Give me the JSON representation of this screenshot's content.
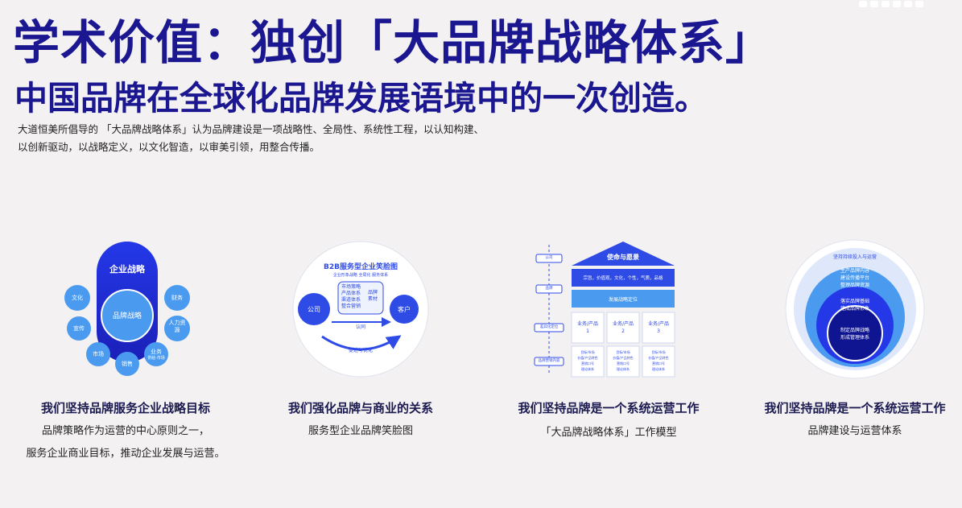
{
  "header": {
    "title": "学术价值：独创「大品牌战略体系」",
    "subtitle": "中国品牌在全球化品牌发展语境中的一次创造。",
    "intro_lines": [
      "大道恒美所倡导的 「大品牌战略体系」认为品牌建设是一项战略性、全局性、系统性工程，以认知构建、",
      "以创新驱动，以战略定义，以文化智造，以审美引领，用整合传播。"
    ]
  },
  "sections": [
    {
      "title": "我们坚持品牌服务企业战略目标",
      "sub_lines": [
        "品牌策略作为运营的中心原则之一，",
        "服务企业商业目标，推动企业发展与运营。"
      ],
      "diagram": {
        "top": "企业战略",
        "center": "品牌战略",
        "satellites": [
          "文化",
          "财务",
          "宣传",
          "人力资源",
          "市场",
          "业务",
          "销售"
        ],
        "satellite_note": "供给·市场"
      }
    },
    {
      "title": "我们强化品牌与商业的关系",
      "sub_lines": [
        "服务型企业品牌笑脸图"
      ],
      "diagram": {
        "title": "B2B服务型企业笑脸图",
        "subtitle": "企业形象战略 全局化 服务体系",
        "left": "公司",
        "right": "客户",
        "stack": [
          "市场策略",
          "产品体系",
          "渠道体系",
          "整合营销"
        ],
        "material": "品牌素材",
        "arrow1": "认同",
        "arrow2": "促进与优化"
      }
    },
    {
      "title": "我们坚持品牌是一个系统运营工作",
      "sub_lines": [
        "「大品牌战略体系」工作模型"
      ],
      "diagram": {
        "roof": "使命与愿景",
        "row1": "宗旨，价值观，文化，个性，气质，品格",
        "row2": "发展战略定位",
        "products": [
          "业务/产品\n1",
          "业务/产品\n2",
          "业务/产品\n3"
        ],
        "bottom": [
          "目标/市场\n价值/产品特色\n营销口号\n理论体系",
          "目标/市场\n价值/产品特色\n营销口号\n理论体系",
          "目标/市场\n价值/产品特色\n营销口号\n理论体系"
        ],
        "axis": [
          "公司",
          "品牌",
          "差异化定位",
          "品牌营销内容"
        ]
      }
    },
    {
      "title": "我们坚持品牌是一个系统运营工作",
      "sub_lines": [
        "品牌建设与运营体系"
      ],
      "diagram": {
        "outer": "坚持持续投入与运营",
        "ring2": [
          "生产品牌内容",
          "建设传播平台",
          "整理品牌资源"
        ],
        "ring3": [
          "落实品牌基础",
          "建成品牌形象"
        ],
        "core": [
          "制定品牌战略",
          "形成管理体系"
        ]
      }
    }
  ],
  "colors": {
    "brand": "#1a1790",
    "accent": "#2f4be6",
    "light": "#4a9bf0",
    "pale": "#dfe8fb"
  }
}
